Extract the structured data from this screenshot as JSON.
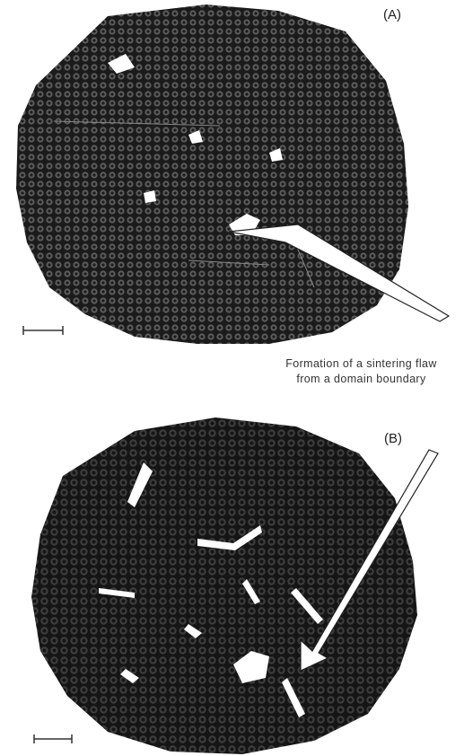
{
  "panel_a": {
    "label": "(A)"
  },
  "panel_b": {
    "label": "(B)"
  },
  "caption": {
    "line1": "Formation of a sintering flaw",
    "line2": "from a domain boundary"
  }
}
